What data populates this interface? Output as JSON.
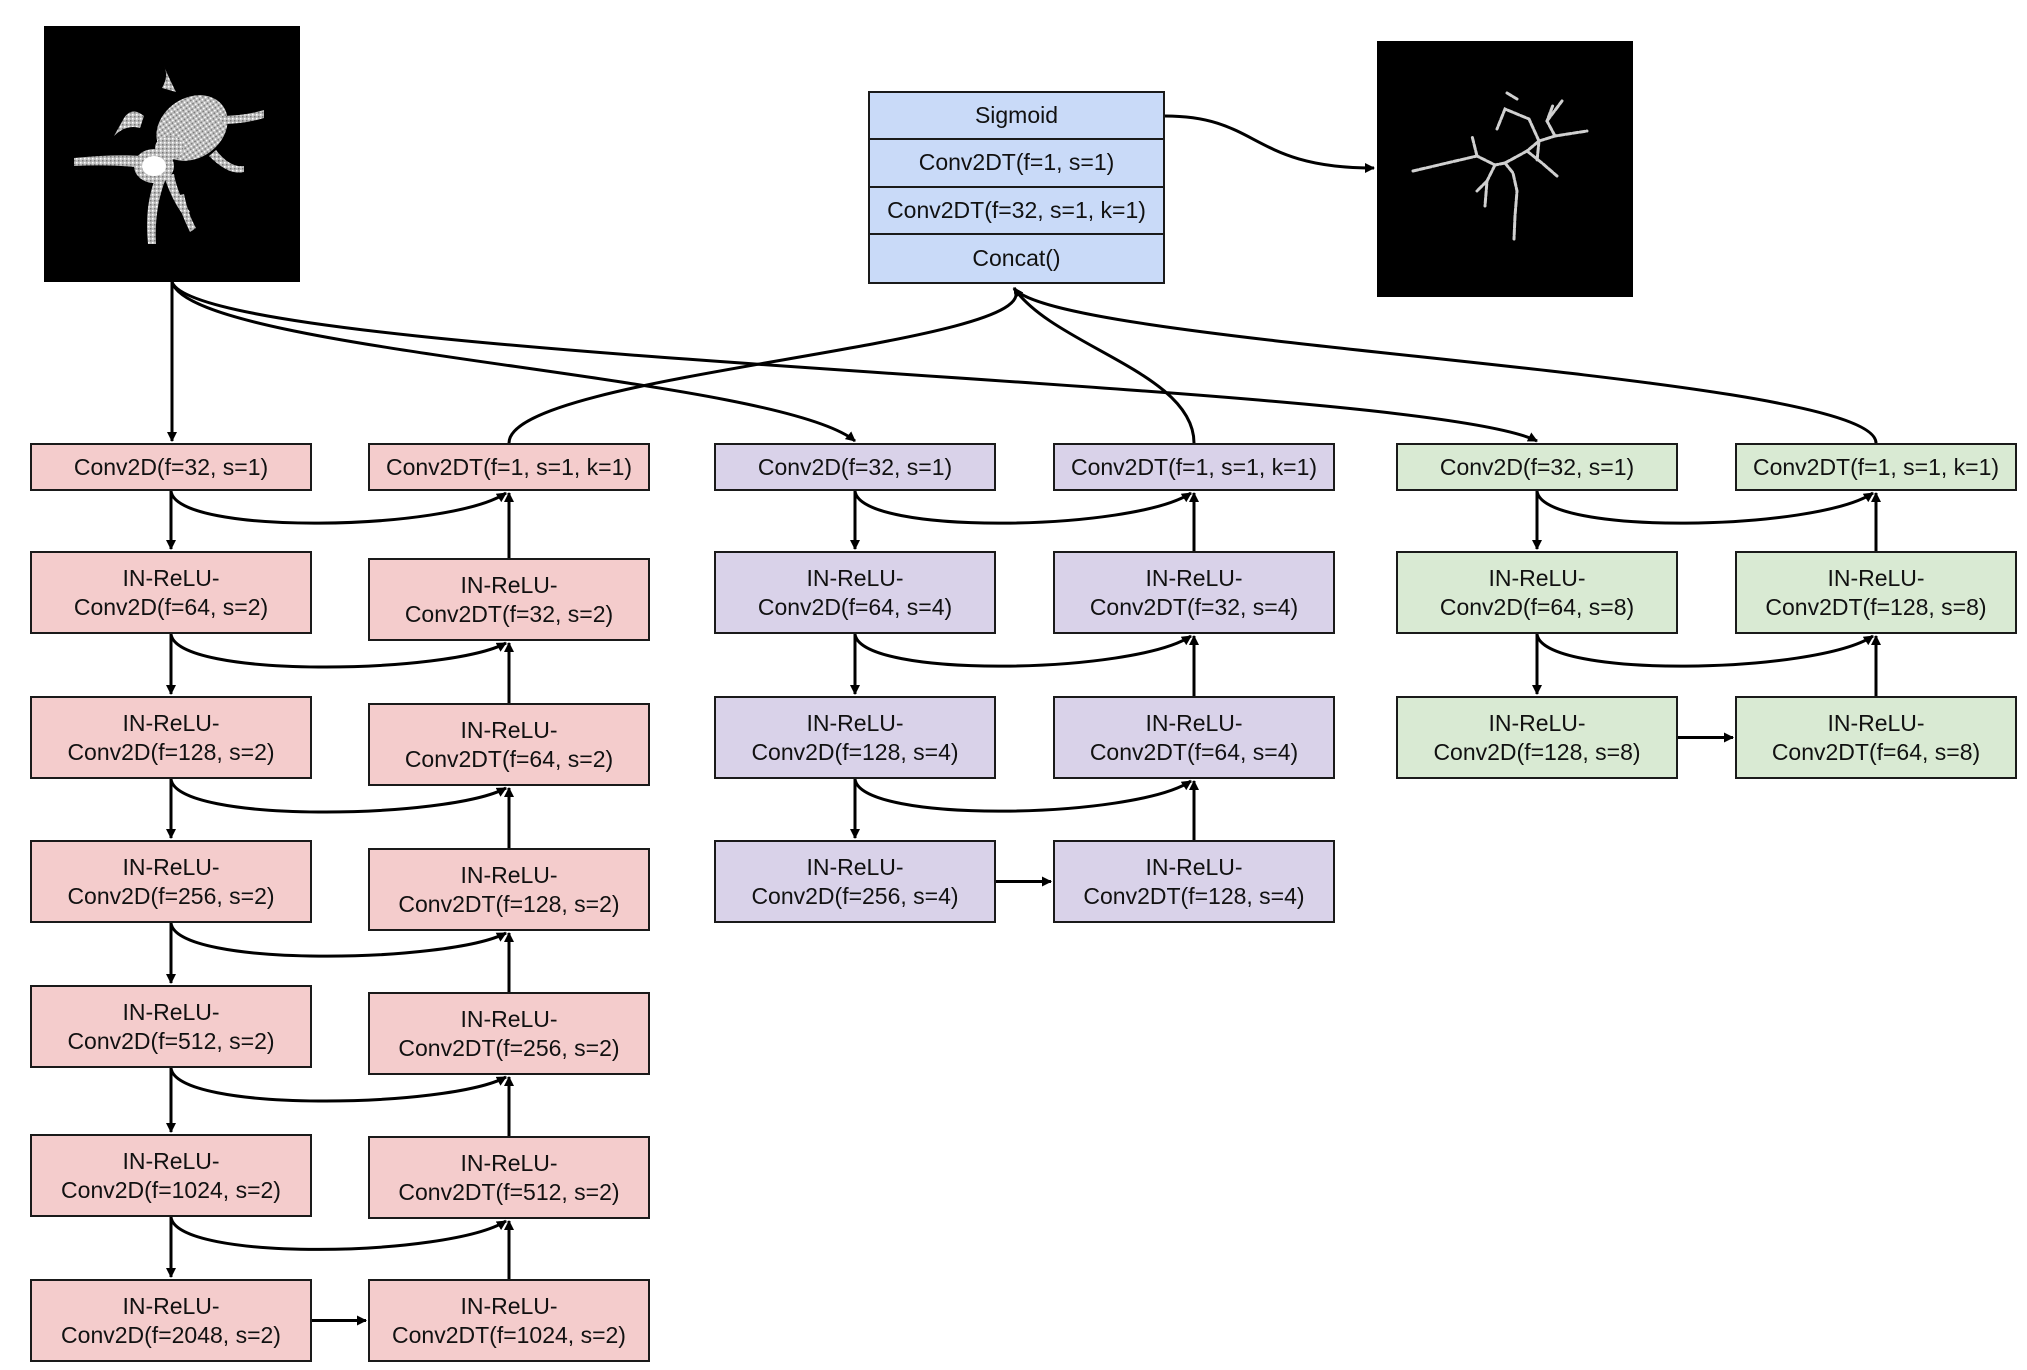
{
  "input_image": {
    "label": "",
    "alt": "input grayscale volume (ant-like shape)"
  },
  "output_image": {
    "label": "",
    "alt": "output skeleton"
  },
  "head_block": {
    "rows": [
      "Sigmoid",
      "Conv2DT(f=1, s=1)",
      "Conv2DT(f=32, s=1, k=1)",
      "Concat()"
    ]
  },
  "branch_red": {
    "color": "#f4cccc",
    "encoder": [
      [
        "Conv2D(f=32, s=1)"
      ],
      [
        "IN-ReLU-",
        "Conv2D(f=64, s=2)"
      ],
      [
        "IN-ReLU-",
        "Conv2D(f=128, s=2)"
      ],
      [
        "IN-ReLU-",
        "Conv2D(f=256, s=2)"
      ],
      [
        "IN-ReLU-",
        "Conv2D(f=512, s=2)"
      ],
      [
        "IN-ReLU-",
        "Conv2D(f=1024, s=2)"
      ],
      [
        "IN-ReLU-",
        "Conv2D(f=2048, s=2)"
      ]
    ],
    "decoder": [
      [
        "Conv2DT(f=1, s=1, k=1)"
      ],
      [
        "IN-ReLU-",
        "Conv2DT(f=32, s=2)"
      ],
      [
        "IN-ReLU-",
        "Conv2DT(f=64, s=2)"
      ],
      [
        "IN-ReLU-",
        "Conv2DT(f=128, s=2)"
      ],
      [
        "IN-ReLU-",
        "Conv2DT(f=256, s=2)"
      ],
      [
        "IN-ReLU-",
        "Conv2DT(f=512, s=2)"
      ],
      [
        "IN-ReLU-",
        "Conv2DT(f=1024, s=2)"
      ]
    ]
  },
  "branch_purple": {
    "color": "#d9d2e9",
    "encoder": [
      [
        "Conv2D(f=32, s=1)"
      ],
      [
        "IN-ReLU-",
        "Conv2D(f=64, s=4)"
      ],
      [
        "IN-ReLU-",
        "Conv2D(f=128, s=4)"
      ],
      [
        "IN-ReLU-",
        "Conv2D(f=256, s=4)"
      ]
    ],
    "decoder": [
      [
        "Conv2DT(f=1, s=1, k=1)"
      ],
      [
        "IN-ReLU-",
        "Conv2DT(f=32, s=4)"
      ],
      [
        "IN-ReLU-",
        "Conv2DT(f=64, s=4)"
      ],
      [
        "IN-ReLU-",
        "Conv2DT(f=128, s=4)"
      ]
    ]
  },
  "branch_green": {
    "color": "#d9ead3",
    "encoder": [
      [
        "Conv2D(f=32, s=1)"
      ],
      [
        "IN-ReLU-",
        "Conv2D(f=64, s=8)"
      ],
      [
        "IN-ReLU-",
        "Conv2D(f=128, s=8)"
      ]
    ],
    "decoder": [
      [
        "Conv2DT(f=1, s=1, k=1)"
      ],
      [
        "IN-ReLU-",
        "Conv2DT(f=128, s=8)"
      ],
      [
        "IN-ReLU-",
        "Conv2DT(f=64, s=8)"
      ]
    ]
  }
}
